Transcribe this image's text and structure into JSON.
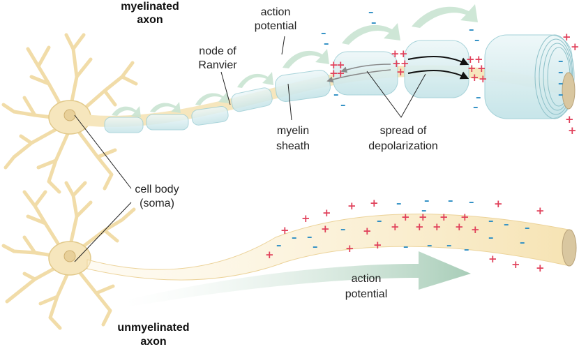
{
  "labels": {
    "myelinated_title_line1": "myelinated",
    "myelinated_title_line2": "axon",
    "action_potential_top_line1": "action",
    "action_potential_top_line2": "potential",
    "node_of_ranvier_line1": "node of",
    "node_of_ranvier_line2": "Ranvier",
    "myelin_sheath_line1": "myelin",
    "myelin_sheath_line2": "sheath",
    "spread_line1": "spread of",
    "spread_line2": "depolarization",
    "cell_body_line1": "cell body",
    "cell_body_line2": "(soma)",
    "action_potential_bottom_line1": "action",
    "action_potential_bottom_line2": "potential",
    "unmyelinated_title_line1": "unmyelinated",
    "unmyelinated_title_line2": "axon"
  },
  "symbols": {
    "positive": "+",
    "negative": "–"
  },
  "colors": {
    "neuron": "#f6e6bd",
    "neuron_stroke": "#e2c98a",
    "myelin": "#d6eef0",
    "myelin_stroke": "#9fcfd6",
    "arrow": "#c9e4d2",
    "positive": "#e0405a",
    "negative": "#2f8fc4"
  }
}
